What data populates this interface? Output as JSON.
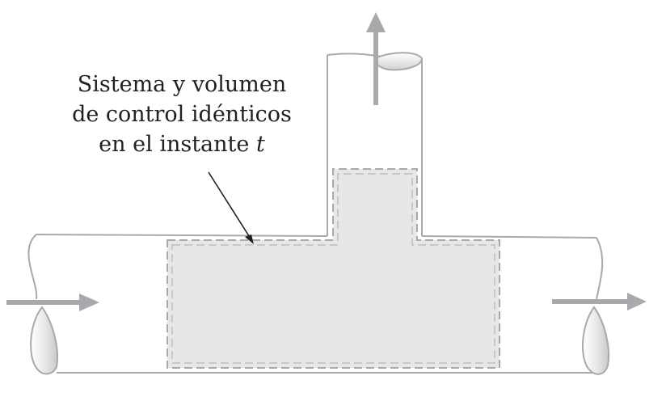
{
  "caption": {
    "line1": "Sistema y volumen",
    "line2": "de control idénticos",
    "line3_text": "en el instante ",
    "line3_var": "t"
  },
  "colors": {
    "pipe_outline": "#a7a9ac",
    "control_volume_fill": "#e6e7e8",
    "control_volume_border": "#a7a9ac",
    "flow_arrow": "#a7a9ac",
    "pointer_arrow": "#231f20",
    "text": "#231f20"
  }
}
